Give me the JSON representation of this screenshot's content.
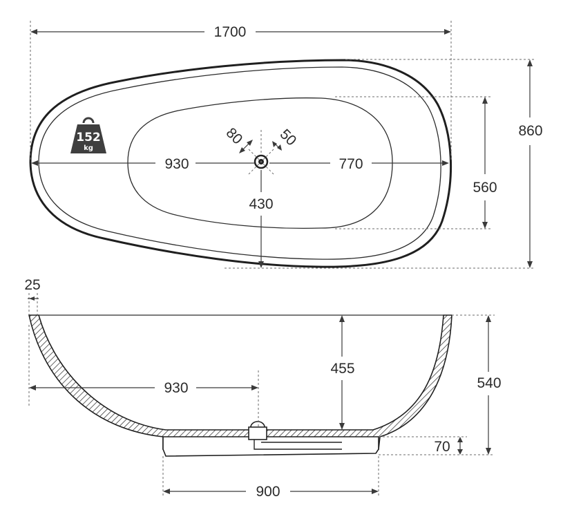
{
  "dimensions": {
    "top_view": {
      "total_length": "1700",
      "total_width": "860",
      "inner_width": "560",
      "drain_to_left": "930",
      "drain_to_right": "770",
      "drain_to_back": "430",
      "drain_offset_a": "80",
      "drain_offset_b": "50"
    },
    "side_view": {
      "wall_thickness": "25",
      "drain_to_left": "930",
      "inner_depth": "455",
      "total_height": "540",
      "base_height": "70",
      "base_length": "900"
    }
  },
  "weight_badge": {
    "value": "152",
    "unit": "kg",
    "color": "#3f3f3f"
  }
}
